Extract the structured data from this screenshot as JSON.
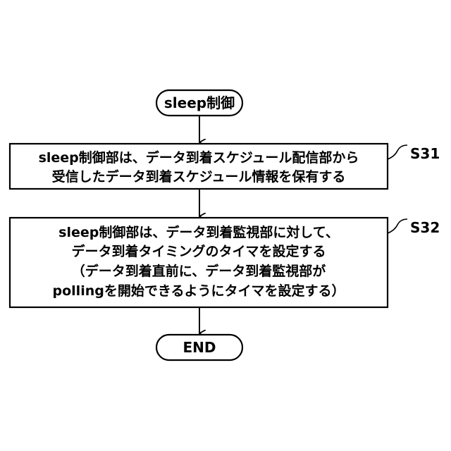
{
  "flowchart": {
    "start": {
      "label": "sleep制御"
    },
    "steps": [
      {
        "id": "S31",
        "lines": [
          "sleep制御部は、データ到着スケジュール配信部から",
          "受信したデータ到着スケジュール情報を保有する"
        ]
      },
      {
        "id": "S32",
        "lines": [
          "sleep制御部は、データ到着監視部に対して、",
          "データ到着タイミングのタイマを設定する",
          "（データ到着直前に、データ到着監視部が",
          "pollingを開始できるようにタイマを設定する）"
        ]
      }
    ],
    "end": {
      "label": "END"
    }
  }
}
